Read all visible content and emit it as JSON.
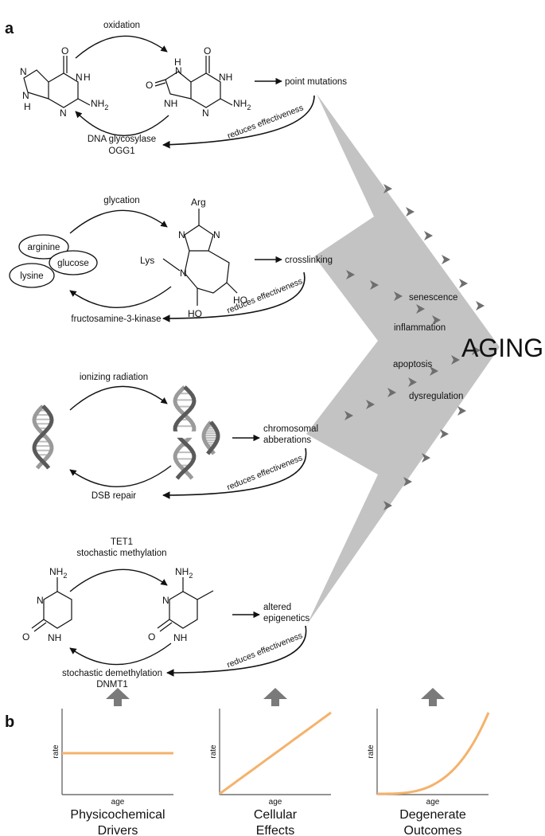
{
  "panel_labels": {
    "a": "a",
    "b": "b"
  },
  "aging": {
    "title": "AGING",
    "outcomes": [
      "senescence",
      "inflammation",
      "apoptosis",
      "dysregulation"
    ],
    "fill_color": "#c3c3c3",
    "chevron_color": "#6e6e6e"
  },
  "rows": [
    {
      "agent": [
        "oxidation"
      ],
      "repair": [
        "DNA glycosylase",
        "OGG1"
      ],
      "effect": [
        "point mutations"
      ],
      "reduces": "reduces effectiveness",
      "atoms": {
        "h1": "H",
        "n1": "N",
        "h2": "H",
        "n2": "N",
        "o": "O",
        "h3": "H",
        "n3": "N",
        "nh2": "NH",
        "sub2": "2"
      }
    },
    {
      "agent": [
        "glycation"
      ],
      "repair": [
        "fructosamine-3-kinase"
      ],
      "effect": [
        "crosslinking"
      ],
      "reduces": "reduces effectiveness",
      "reactants": [
        "arginine",
        "glucose",
        "lysine"
      ],
      "labels": {
        "arg": "Arg",
        "lys": "Lys",
        "n": "N",
        "ho1": "HO",
        "ho2": "HO"
      }
    },
    {
      "agent": [
        "ionizing radiation"
      ],
      "repair": [
        "DSB repair"
      ],
      "effect": [
        "chromosomal",
        "abberations"
      ],
      "reduces": "reduces effectiveness"
    },
    {
      "agent": [
        "TET1",
        "stochastic methylation"
      ],
      "repair": [
        "stochastic demethylation",
        "DNMT1"
      ],
      "effect": [
        "altered",
        "epigenetics"
      ],
      "reduces": "reduces effectiveness",
      "atoms": {
        "nh2": "NH",
        "sub2": "2",
        "n": "N",
        "o": "O",
        "nh": "NH"
      }
    }
  ],
  "charts": {
    "line_color": "#f5b26b",
    "up_arrow_color": "#7a7a7a",
    "panels": [
      {
        "type": "line",
        "curve": "constant",
        "xlabel": "age",
        "ylabel": "rate",
        "title": [
          "Physicochemical",
          "Drivers"
        ]
      },
      {
        "type": "line",
        "curve": "linear",
        "xlabel": "age",
        "ylabel": "rate",
        "title": [
          "Cellular",
          "Effects"
        ]
      },
      {
        "type": "line",
        "curve": "exponential",
        "xlabel": "age",
        "ylabel": "rate",
        "title": [
          "Degenerate",
          "Outcomes"
        ]
      }
    ]
  },
  "chart_data": [
    {
      "type": "line",
      "title": "Physicochemical Drivers",
      "xlabel": "age",
      "ylabel": "rate",
      "x": [
        0,
        0.25,
        0.5,
        0.75,
        1
      ],
      "values": [
        0.5,
        0.5,
        0.5,
        0.5,
        0.5
      ]
    },
    {
      "type": "line",
      "title": "Cellular Effects",
      "xlabel": "age",
      "ylabel": "rate",
      "x": [
        0,
        0.25,
        0.5,
        0.75,
        1
      ],
      "values": [
        0,
        0.25,
        0.5,
        0.75,
        1
      ]
    },
    {
      "type": "line",
      "title": "Degenerate Outcomes",
      "xlabel": "age",
      "ylabel": "rate",
      "x": [
        0,
        0.25,
        0.5,
        0.75,
        1
      ],
      "values": [
        0,
        0.04,
        0.14,
        0.38,
        1
      ]
    }
  ]
}
